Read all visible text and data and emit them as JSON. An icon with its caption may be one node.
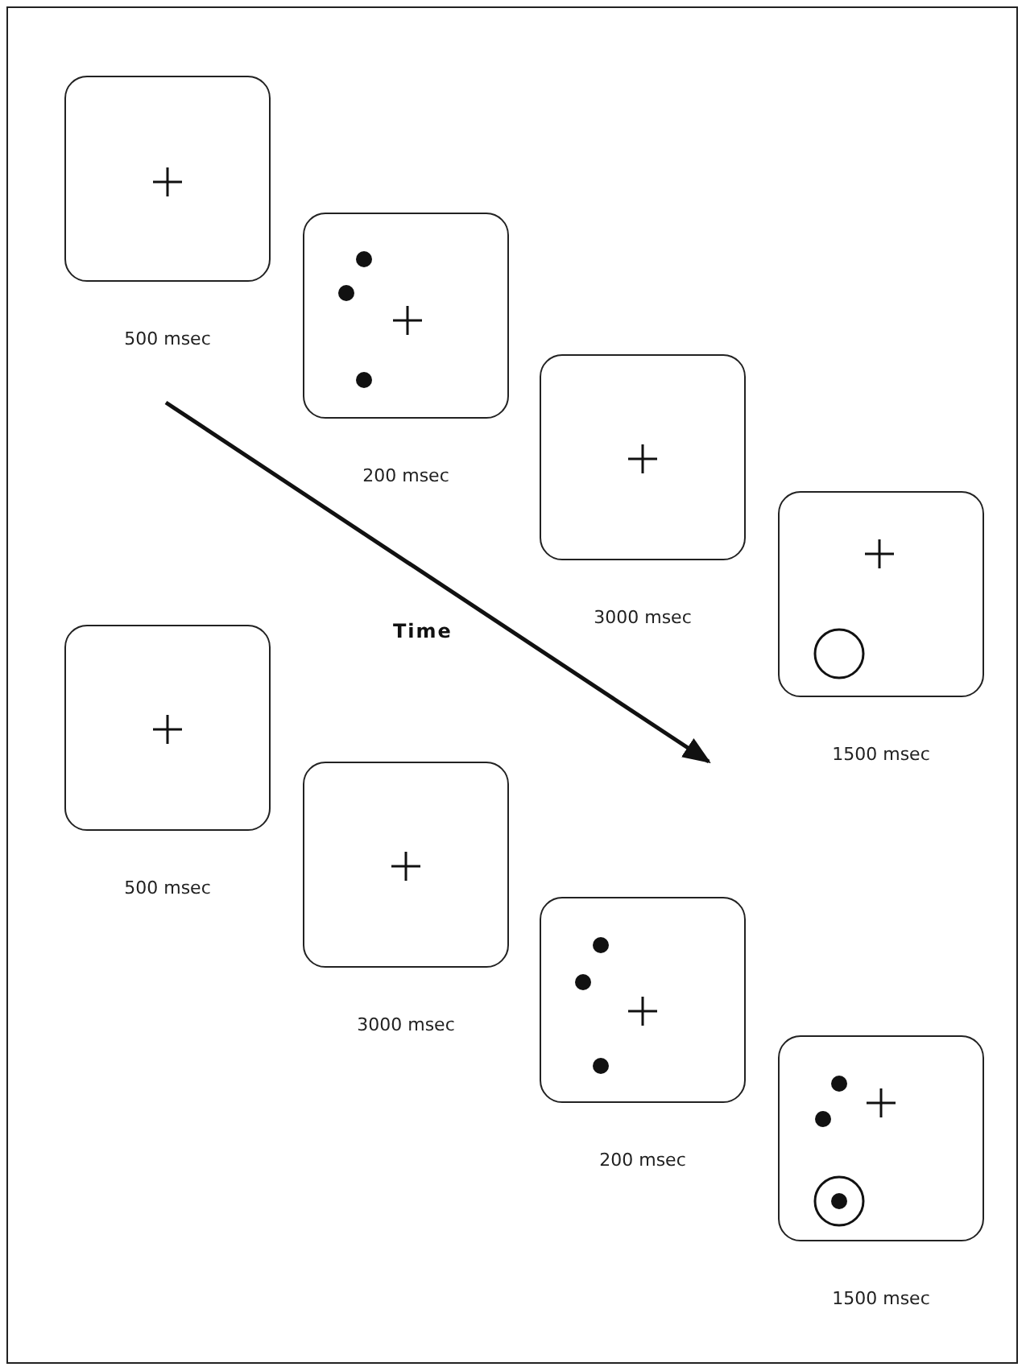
{
  "diagram": {
    "nodes": [
      {
        "text": [],
        "shape": "box",
        "beside": [
          "500 msec"
        ]
      },
      {
        "text": [],
        "shape": "box",
        "beside": [
          "200 msec"
        ]
      },
      {
        "text": [],
        "shape": "box",
        "beside": [
          "3000 msec"
        ]
      },
      {
        "text": [],
        "shape": "box",
        "beside": [
          "1500 msec"
        ]
      },
      {
        "text": [],
        "shape": "box",
        "beside": [
          "500 msec"
        ]
      },
      {
        "text": [],
        "shape": "box",
        "beside": [
          "3000 msec"
        ]
      },
      {
        "text": [],
        "shape": "box",
        "beside": [
          "200 msec"
        ]
      },
      {
        "text": [],
        "shape": "box",
        "beside": [
          "1500 msec"
        ]
      }
    ],
    "labels": [
      "Time"
    ]
  }
}
